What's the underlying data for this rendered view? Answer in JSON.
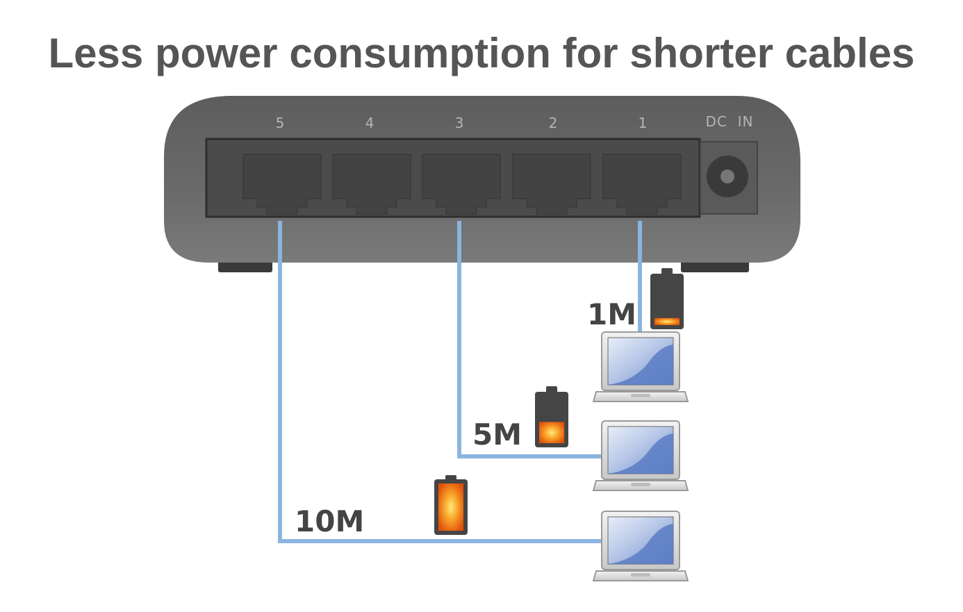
{
  "title": "Less power consumption for shorter cables",
  "switch": {
    "dc_label": "DC  IN",
    "ports": [
      {
        "number": "5"
      },
      {
        "number": "4"
      },
      {
        "number": "3"
      },
      {
        "number": "2"
      },
      {
        "number": "1"
      }
    ]
  },
  "connections": [
    {
      "port": "1",
      "length_label": "1M",
      "battery_level": 0.15
    },
    {
      "port": "3",
      "length_label": "5M",
      "battery_level": 0.45
    },
    {
      "port": "5",
      "length_label": "10M",
      "battery_level": 1.0
    }
  ],
  "colors": {
    "title": "#555555",
    "switch_body": "#666666",
    "port_panel": "#4a4a4a",
    "port_jack": "#424242",
    "cable": "#8cb4e0",
    "battery_case": "#454545",
    "battery_fill": "#f07a10",
    "laptop_screen": "#5a7cc4"
  }
}
